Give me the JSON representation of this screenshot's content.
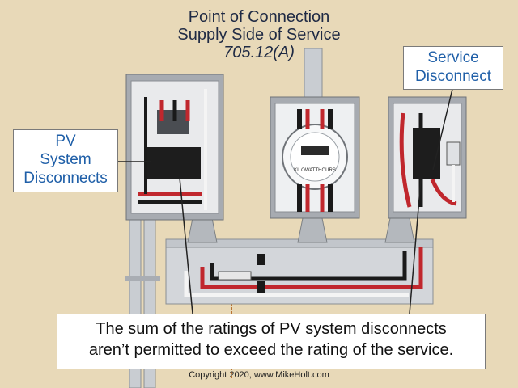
{
  "title": {
    "line1": "Point of Connection",
    "line2": "Supply Side of Service",
    "line3": "705.12(A)"
  },
  "callouts": {
    "service_disconnect_line1": "Service",
    "service_disconnect_line2": "Disconnect",
    "pv_line1": "PV",
    "pv_line2": "System",
    "pv_line3": "Disconnects",
    "rule_line1": "The sum of the ratings of PV system disconnects",
    "rule_line2": "aren’t permitted to exceed the rating of the service."
  },
  "meter": {
    "label": "KILOWATTHOURS"
  },
  "copyright": "Copyright 2020, www.MikeHolt.com",
  "colors": {
    "background": "#e8d9b8",
    "wire_red": "#c0272d",
    "wire_black": "#1a1a1a",
    "wire_white": "#f4f4f4",
    "callout_text": "#1f5fa8",
    "panel_gray": "#b9bcc1"
  }
}
